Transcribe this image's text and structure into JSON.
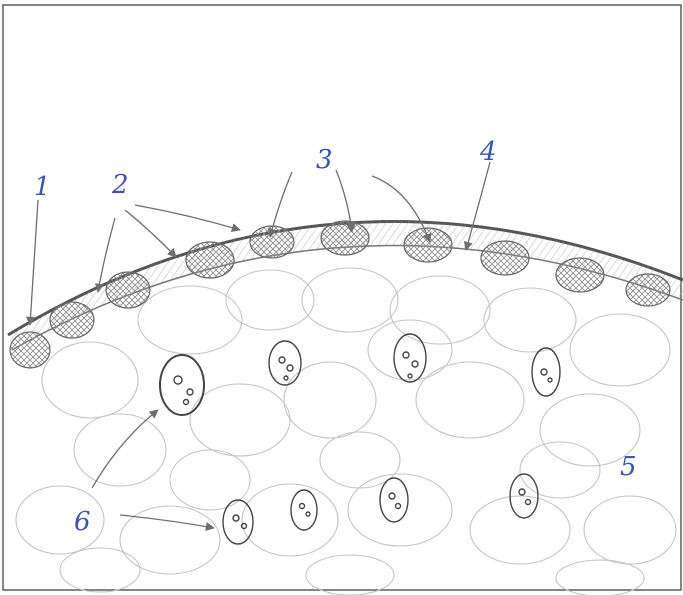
{
  "diagram": {
    "labels": {
      "l1": "1",
      "l2": "2",
      "l3": "3",
      "l4": "4",
      "l5": "5",
      "l6": "6"
    }
  }
}
